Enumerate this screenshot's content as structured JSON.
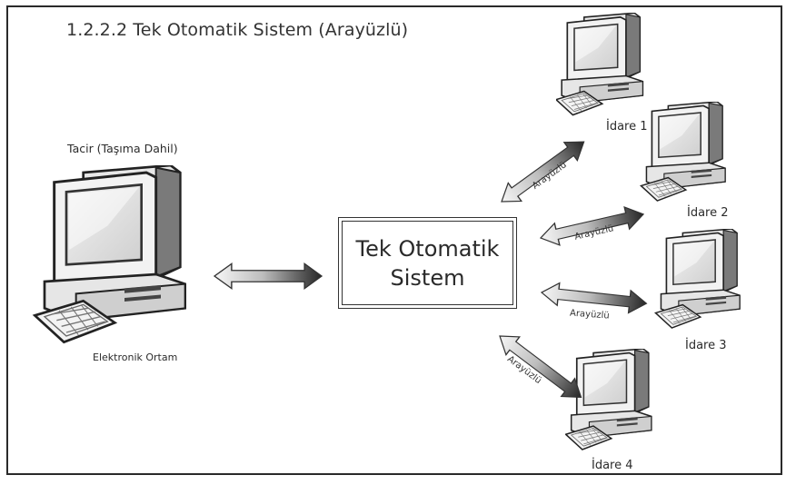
{
  "title": "1.2.2.2 Tek Otomatik Sistem (Arayüzlü)",
  "center": {
    "label": "Tek Otomatik\nSistem"
  },
  "merchant": {
    "label": "Tacir (Taşıma Dahil)",
    "caption": "Elektronik Ortam"
  },
  "nodes": [
    {
      "label": "İdare 1"
    },
    {
      "label": "İdare 2"
    },
    {
      "label": "İdare 3"
    },
    {
      "label": "İdare 4"
    }
  ],
  "interface_label": "Arayüzlü",
  "icons": [
    "desktop-computer-icon",
    "double-arrow-icon"
  ],
  "colors": {
    "arrow_dark": "#2f2f2f",
    "arrow_light": "#f4f4f4",
    "screen": "#e6e6e6",
    "outline": "#222222"
  }
}
